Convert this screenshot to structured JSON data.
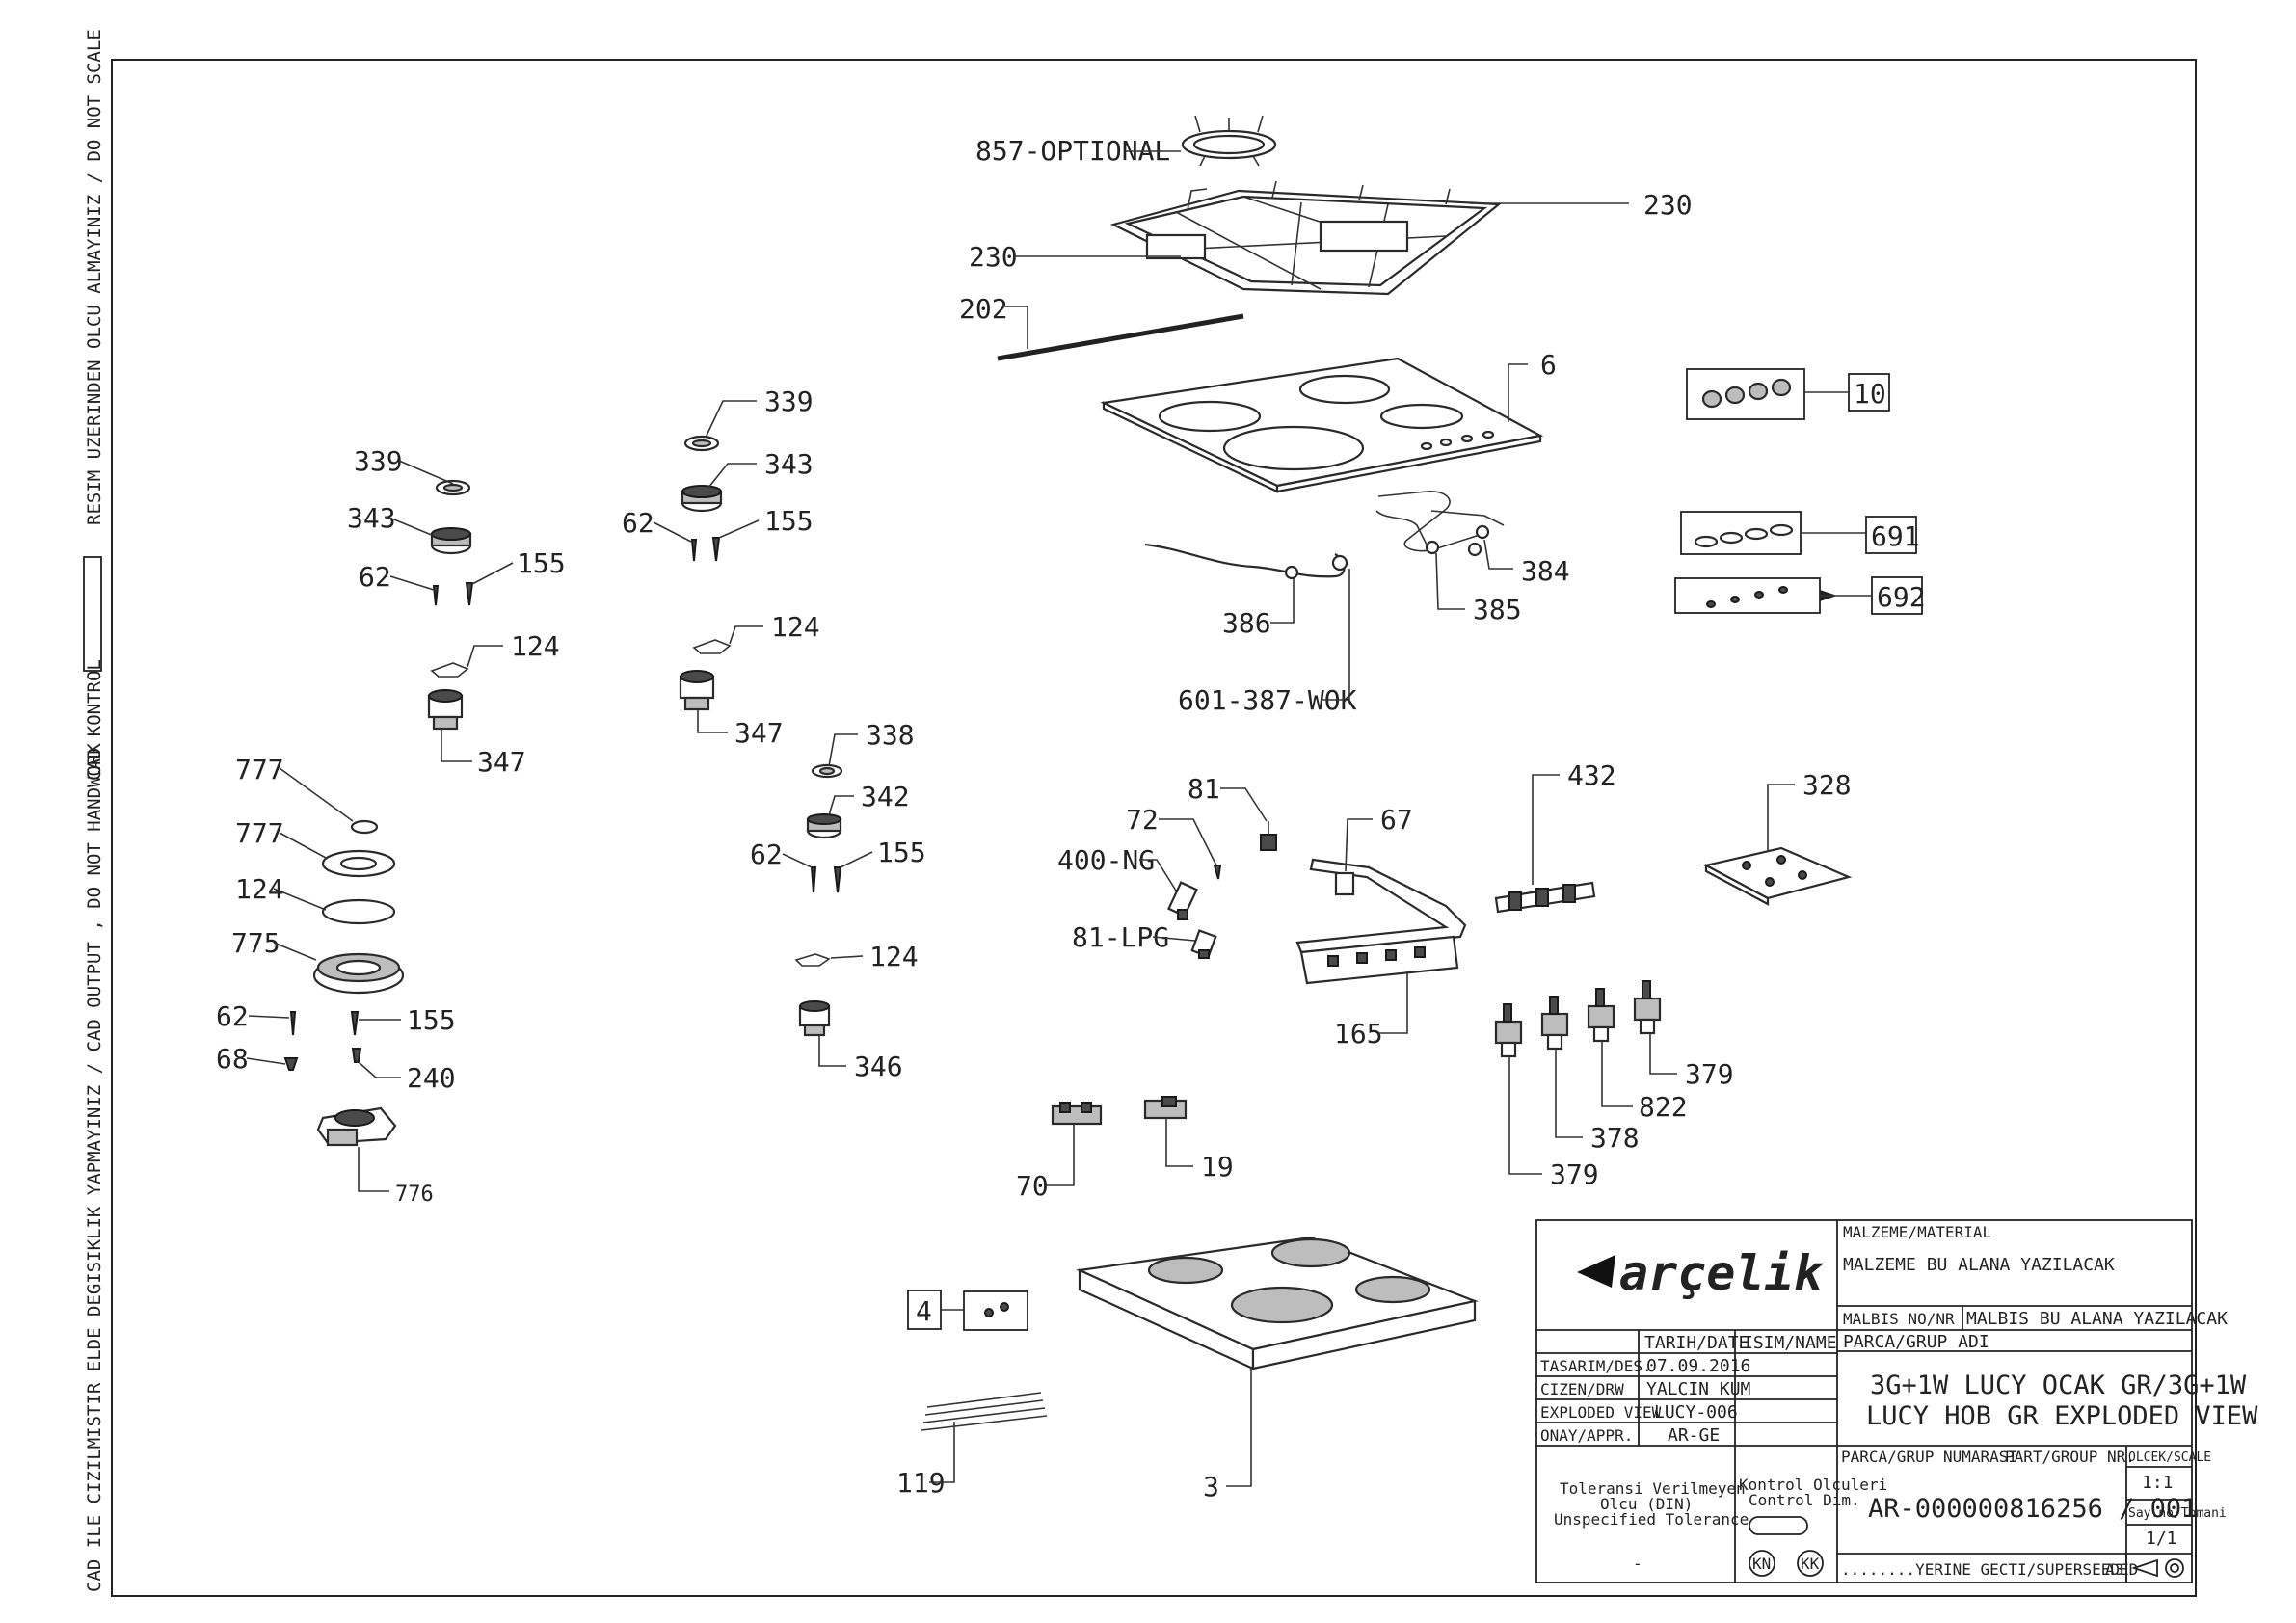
{
  "side_notes": {
    "top": "RESIM UZERINDEN OLCU ALMAYINIZ / DO NOT SCALE",
    "middle": "CAD KONTROL",
    "bottom": "CAD ILE CIZILMISTIR ELDE DEGISIKLIK YAPMAYINIZ / CAD OUTPUT , DO NOT HANDWORK"
  },
  "part_labels": {
    "p857": "857-OPTIONAL",
    "p230a": "230",
    "p230b": "230",
    "p202": "202",
    "p6": "6",
    "p10": "10",
    "p691": "691",
    "p692": "692",
    "p384": "384",
    "p385": "385",
    "p386": "386",
    "p601": "601-387-WOK",
    "l339": "339",
    "l343": "343",
    "l62": "62",
    "l155": "155",
    "l124": "124",
    "l347": "347",
    "m339": "339",
    "m343": "343",
    "m62": "62",
    "m155": "155",
    "m124": "124",
    "m347": "347",
    "s338": "338",
    "s342": "342",
    "s62": "62",
    "s155": "155",
    "s124": "124",
    "s346": "346",
    "w777a": "777",
    "w777b": "777",
    "w124": "124",
    "w775": "775",
    "w62": "62",
    "w155": "155",
    "w68": "68",
    "w240": "240",
    "w776": "776",
    "p81": "81",
    "p72": "72",
    "p400": "400-NG",
    "p81lpg": "81-LPG",
    "p67": "67",
    "p165": "165",
    "p432": "432",
    "p328": "328",
    "p379a": "379",
    "p822": "822",
    "p378": "378",
    "p379b": "379",
    "p70": "70",
    "p19": "19",
    "p4": "4",
    "p119": "119",
    "p3": "3"
  },
  "title_block": {
    "brand": "arçelik",
    "material_label": "MALZEME/MATERIAL",
    "material_value": "MALZEME BU ALANA YAZILACAK",
    "malbis_label": "MALBIS NO/NR",
    "malbis_value": "MALBIS BU ALANA YAZILACAK",
    "group_name_label": "PARCA/GRUP ADI",
    "group_name_line1": "3G+1W LUCY OCAK GR/3G+1W",
    "group_name_line2": "LUCY HOB GR EXPLODED VIEW",
    "col_date": "TARIH/DATE",
    "col_name": "ISIM/NAME",
    "rows": [
      {
        "role": "TASARIM/DES.",
        "date": "07.09.2016"
      },
      {
        "role": "CIZEN/DRW",
        "date": "YALCIN KUM"
      },
      {
        "role": "EXPLODED VIEW",
        "date": "LUCY-006"
      },
      {
        "role": "ONAY/APPR.",
        "date": "AR-GE"
      }
    ],
    "tolerance_line1": "Toleransi Verilmeyen",
    "tolerance_line2": "Olcu (DIN)",
    "tolerance_line3": "Unspecified Tolerance",
    "tolerance_dash": "-",
    "control_line1": "Kontrol Olculeri",
    "control_line2": "Control Dim.",
    "kn": "KN",
    "kk": "KK",
    "part_number_label": "PARCA/GRUP NUMARASI",
    "part_number_label2": "PART/GROUP NR.",
    "part_number": "AR-000000816256 / 001",
    "scale_label": "OLCEK/SCALE",
    "scale_value": "1:1",
    "sheet_label": "Say.no/Tomani",
    "sheet_value": "1/1",
    "superseded": "........YERINE GECTI/SUPERSEEDED",
    "paper_size": "A3"
  }
}
